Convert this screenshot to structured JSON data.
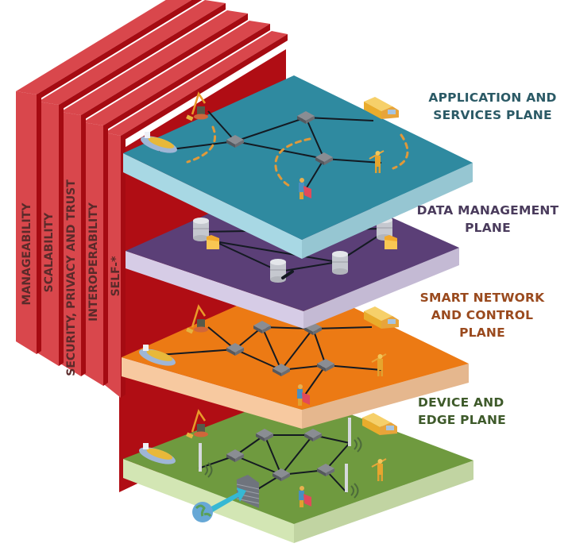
{
  "diagram": {
    "title": "IoT reference architecture layered planes",
    "cross_cutting_pillars": [
      {
        "label": "MANAGEABILITY"
      },
      {
        "label": "SCALABILITY"
      },
      {
        "label": "SECURITY, PRIVACY AND TRUST"
      },
      {
        "label": "INTEROPERABILITY"
      },
      {
        "label": "SELF-*"
      }
    ],
    "planes": [
      {
        "id": "application",
        "label_lines": [
          "APPLICATION AND",
          "SERVICES PLANE"
        ],
        "top_color": "#2f8aa0",
        "side_color": "#a8d8e4",
        "label_color": "#2b5a66",
        "contents": [
          "ship",
          "crane",
          "truck",
          "worker",
          "person-with-cart",
          "network-switches",
          "dashed-service-flows"
        ]
      },
      {
        "id": "data",
        "label_lines": [
          "DATA MANAGEMENT",
          "PLANE"
        ],
        "top_color": "#5b3f77",
        "side_color": "#d6cce6",
        "label_color": "#4a3b5c",
        "contents": [
          "databases",
          "folders",
          "database-link"
        ]
      },
      {
        "id": "network",
        "label_lines": [
          "SMART NETWORK",
          "AND CONTROL",
          "PLANE"
        ],
        "top_color": "#ec7a14",
        "side_color": "#f7c9a0",
        "label_color": "#9a4a1e",
        "contents": [
          "ship",
          "crane",
          "truck",
          "worker",
          "person-with-cart",
          "network-switches"
        ]
      },
      {
        "id": "edge",
        "label_lines": [
          "DEVICE AND",
          "EDGE PLANE"
        ],
        "top_color": "#6f9a3f",
        "side_color": "#d3e6b4",
        "label_color": "#3e5a2a",
        "contents": [
          "ship",
          "crane",
          "truck",
          "worker",
          "person-with-cart",
          "network-switches",
          "antennas",
          "firewall",
          "globe-internet"
        ]
      }
    ],
    "colors": {
      "pillar_face": "#d9474c",
      "pillar_dark": "#a50b12",
      "backwall": "#b00d14"
    }
  }
}
